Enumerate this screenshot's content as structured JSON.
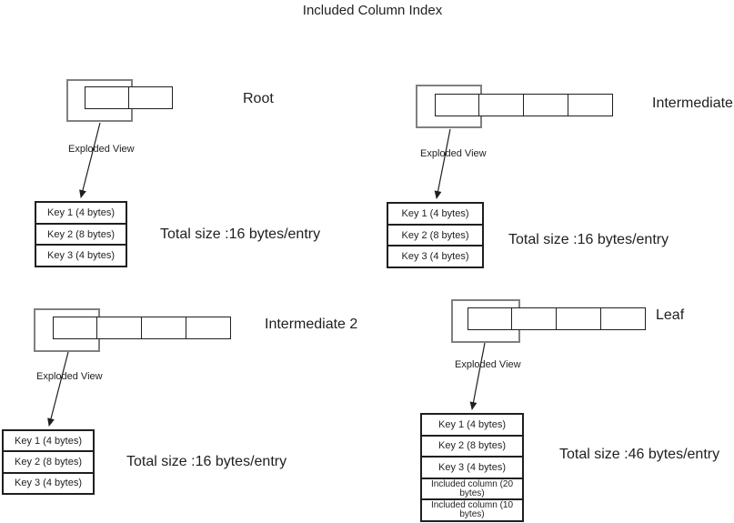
{
  "title": "Included Column Index",
  "exploded_view_label": "Exploded View",
  "colors": {
    "background": "#ffffff",
    "outer_box_border": "#808080",
    "line": "#1f1f1f",
    "text": "#1f1f1f"
  },
  "sections": {
    "root": {
      "label": "Root",
      "page_cells": 2,
      "rows": [
        "Key 1 (4 bytes)",
        "Key 2 (8 bytes)",
        "Key 3 (4 bytes)"
      ],
      "total_size": "Total size :16 bytes/entry"
    },
    "intermediate": {
      "label": "Intermediate",
      "page_cells": 4,
      "rows": [
        "Key 1 (4 bytes)",
        "Key 2 (8 bytes)",
        "Key 3 (4 bytes)"
      ],
      "total_size": "Total size :16 bytes/entry"
    },
    "intermediate2": {
      "label": "Intermediate 2",
      "page_cells": 4,
      "rows": [
        "Key 1 (4 bytes)",
        "Key 2 (8 bytes)",
        "Key 3 (4 bytes)"
      ],
      "total_size": "Total size :16 bytes/entry"
    },
    "leaf": {
      "label": "Leaf",
      "page_cells": 4,
      "rows": [
        "Key 1 (4 bytes)",
        "Key 2 (8 bytes)",
        "Key 3 (4 bytes)",
        "Included column (20 bytes)",
        "Included column (10 bytes)"
      ],
      "total_size": "Total size :46 bytes/entry"
    }
  }
}
